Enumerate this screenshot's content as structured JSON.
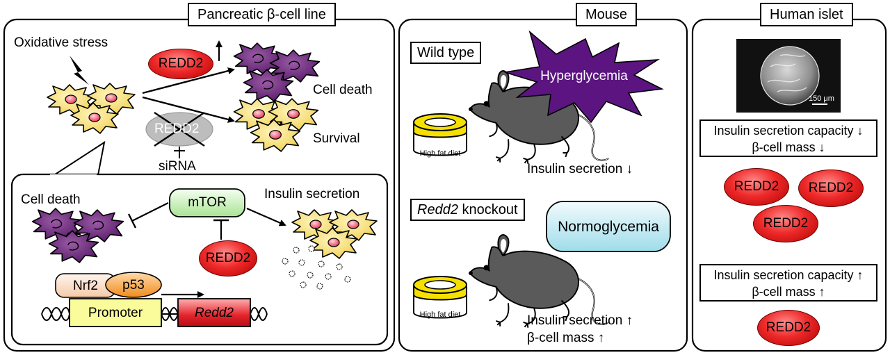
{
  "panels": {
    "cell_line": {
      "header": "Pancreatic β-cell line",
      "oxidative_stress": "Oxidative stress",
      "redd2": "REDD2",
      "redd2_crossed": "REDD2",
      "sirna": "siRNA",
      "cell_death": "Cell death",
      "survival": "Survival",
      "inset": {
        "cell_death": "Cell death",
        "mtor": "mTOR",
        "insulin_secretion": "Insulin secretion",
        "redd2": "REDD2",
        "nrf2": "Nrf2",
        "p53": "p53",
        "promoter": "Promoter",
        "gene": "Redd2"
      }
    },
    "mouse": {
      "header": "Mouse",
      "wild_type": {
        "label": "Wild type",
        "condition": "Hyperglycemia",
        "diet": "High fat diet",
        "insulin": "Insulin secretion ↓"
      },
      "knockout": {
        "label_gene": "Redd2",
        "label_rest": " knockout",
        "condition": "Normoglycemia",
        "diet": "High fat diet",
        "insulin": "Insulin secretion ↑",
        "mass": "β-cell mass ↑"
      }
    },
    "human": {
      "header": "Human islet",
      "scale_bar": "150 μm",
      "down_box": [
        "Insulin secretion capacity ↓",
        "β-cell mass ↓"
      ],
      "down_ovals": [
        "REDD2",
        "REDD2",
        "REDD2"
      ],
      "up_box": [
        "Insulin secretion capacity ↑",
        "β-cell mass ↑"
      ],
      "up_oval": "REDD2"
    }
  },
  "colors": {
    "cell_yellow": "#f6dc6e",
    "cell_purple": "#6b2c7a",
    "nucleus_red": "#e8415a",
    "mtor_green": "#d8f5c8",
    "promoter_yellow": "#fafc9c",
    "gene_red": "#e4242c",
    "hyperglycemia_purple": "#5b1480",
    "normoglycemia_blue": "#c6ecf4",
    "mouse_gray": "#575757",
    "diet_yellow": "#f5e000"
  }
}
